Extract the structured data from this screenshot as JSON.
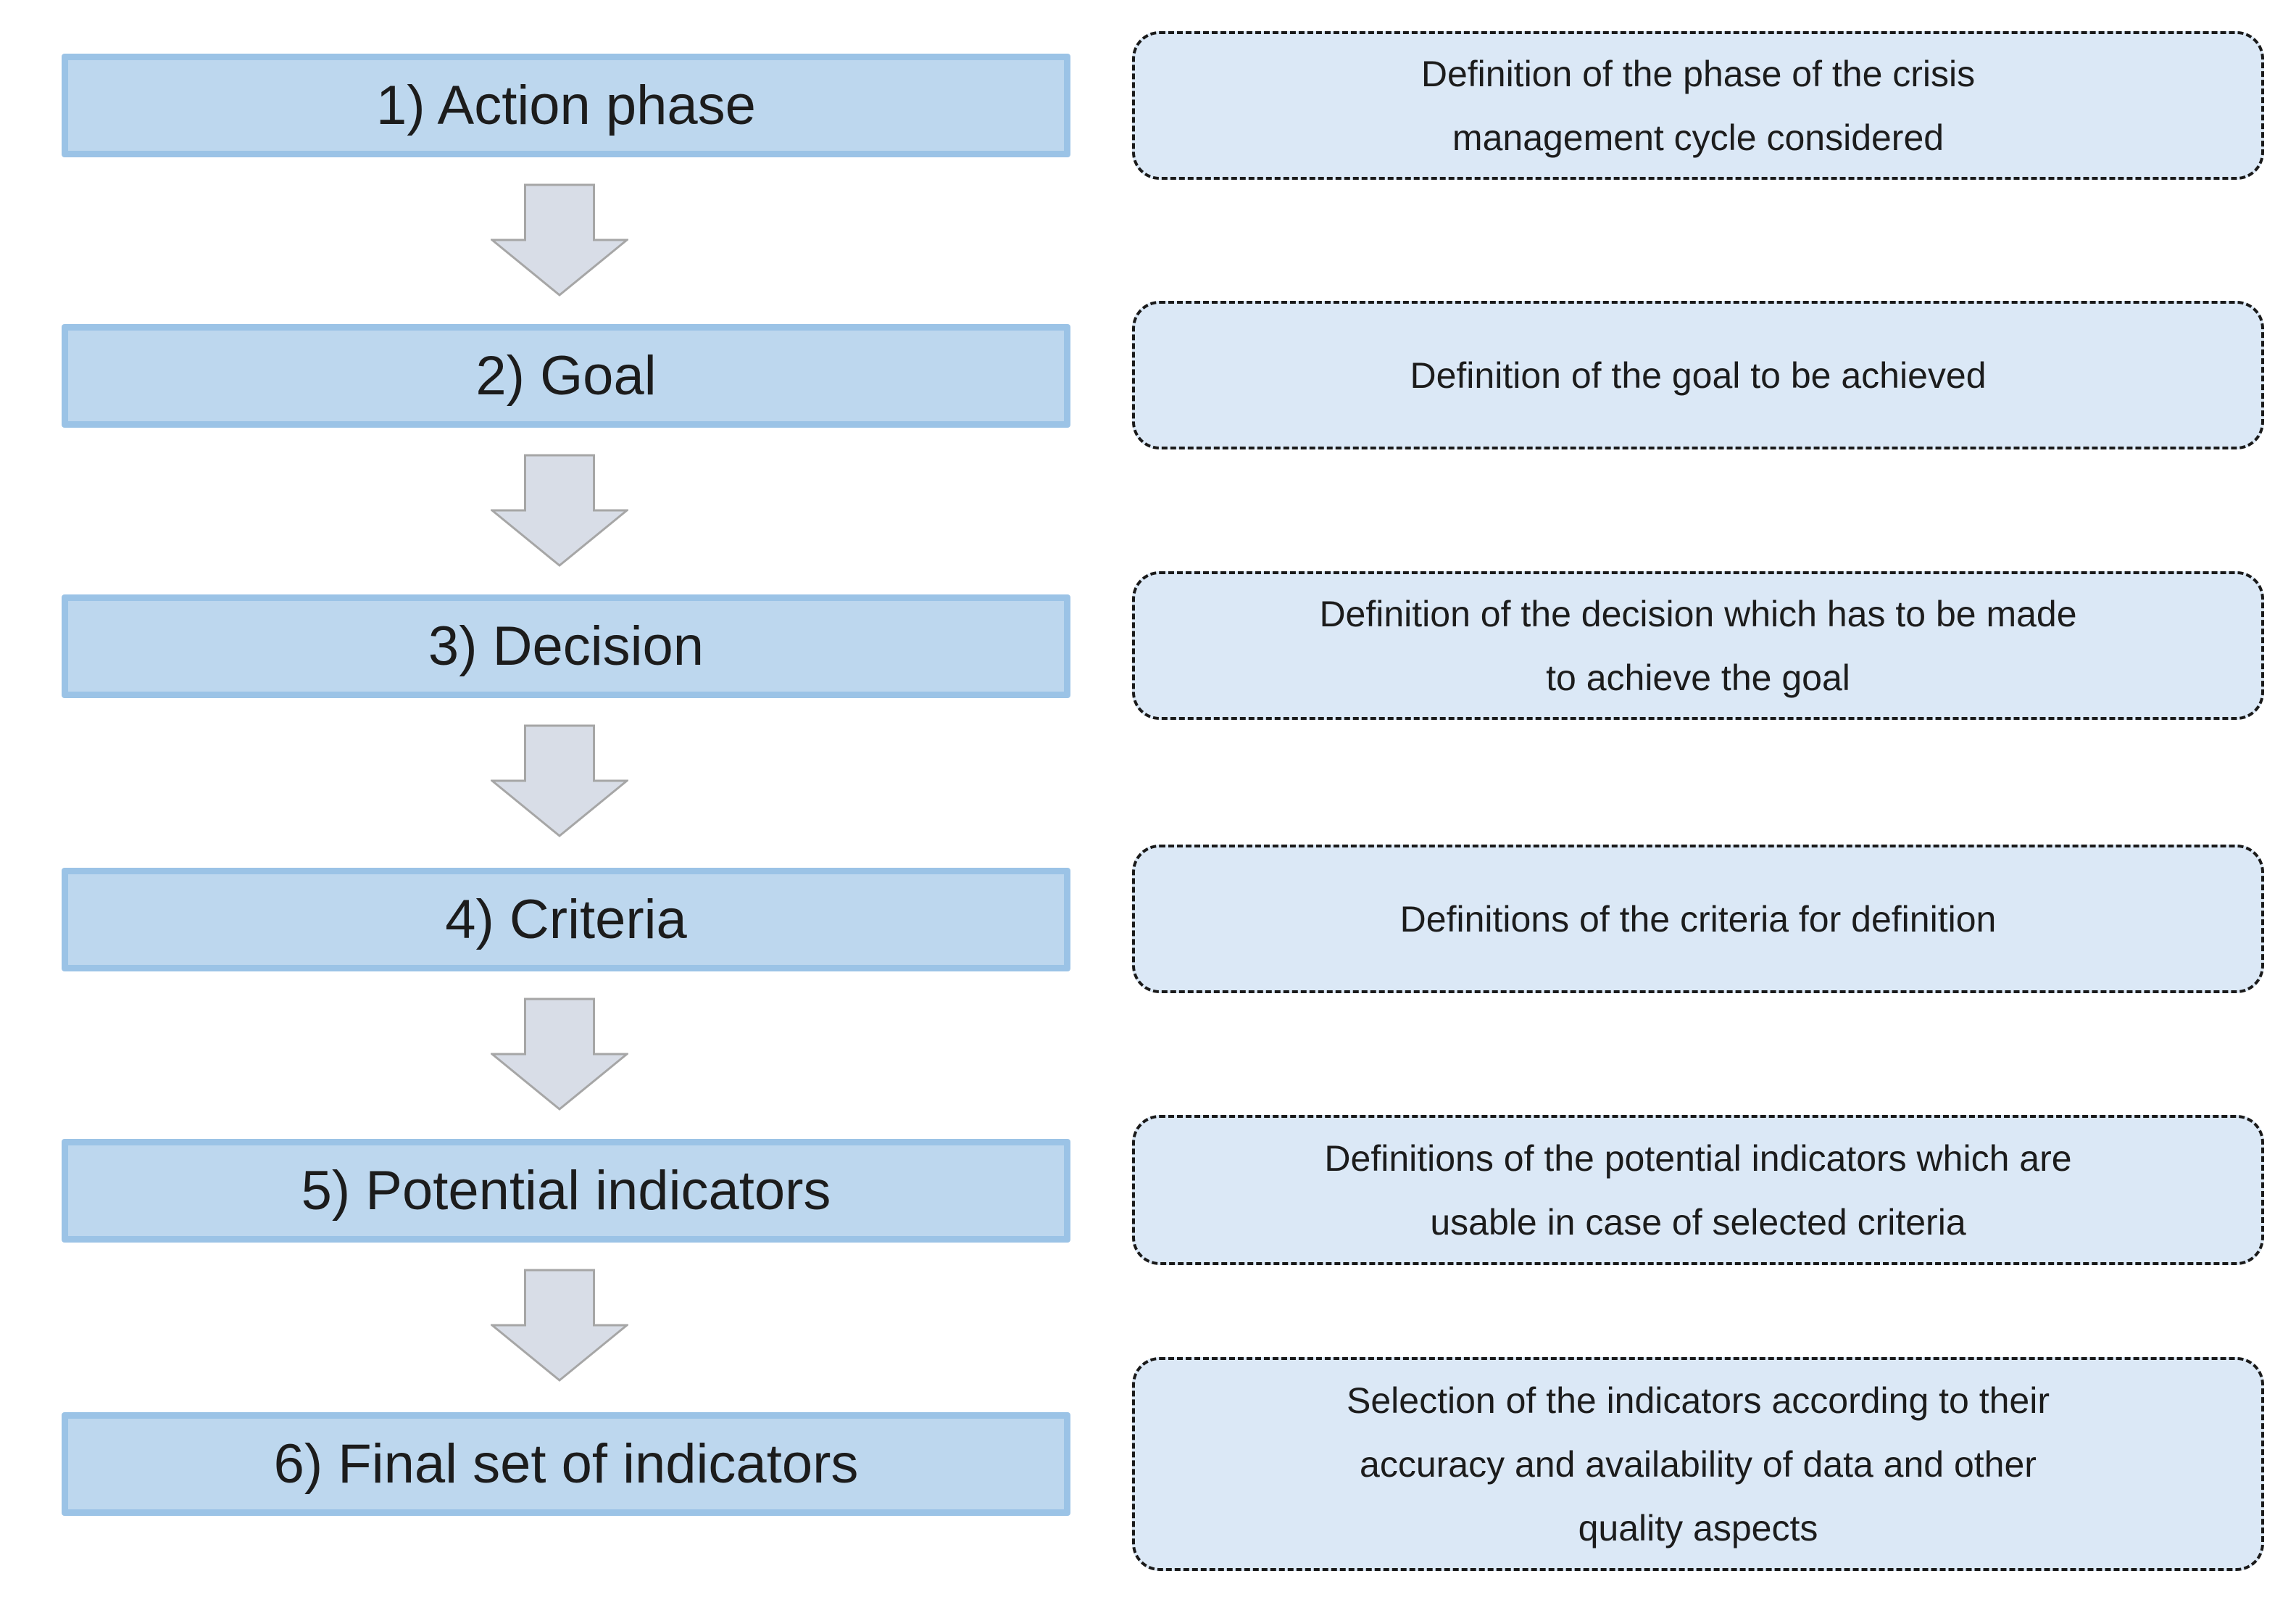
{
  "diagram": {
    "title": "Indicator selection process flowchart",
    "colors": {
      "step_fill": "#bdd7ee",
      "step_border": "#9bc3e6",
      "desc_fill": "#dbe8f6",
      "desc_border": "#1a1a1a",
      "arrow_fill": "#d8dde7",
      "arrow_border": "#a6a6a6",
      "text": "#1c1c1c",
      "background": "#ffffff"
    },
    "steps": [
      {
        "label": "1) Action phase",
        "desc": [
          "Definition of the phase of the crisis",
          "management cycle considered"
        ]
      },
      {
        "label": "2) Goal",
        "desc": [
          "Definition of the goal to be achieved"
        ]
      },
      {
        "label": "3) Decision",
        "desc": [
          "Definition of the decision which has to be made",
          "to achieve the goal"
        ]
      },
      {
        "label": "4) Criteria",
        "desc": [
          "Definitions of the criteria for definition"
        ]
      },
      {
        "label": "5) Potential indicators",
        "desc": [
          "Definitions of the potential indicators which are",
          "usable in case of selected criteria"
        ]
      },
      {
        "label": "6) Final set of indicators",
        "desc": [
          "Selection of the indicators according to their",
          "accuracy and availability of data and other",
          "quality aspects"
        ]
      }
    ]
  }
}
